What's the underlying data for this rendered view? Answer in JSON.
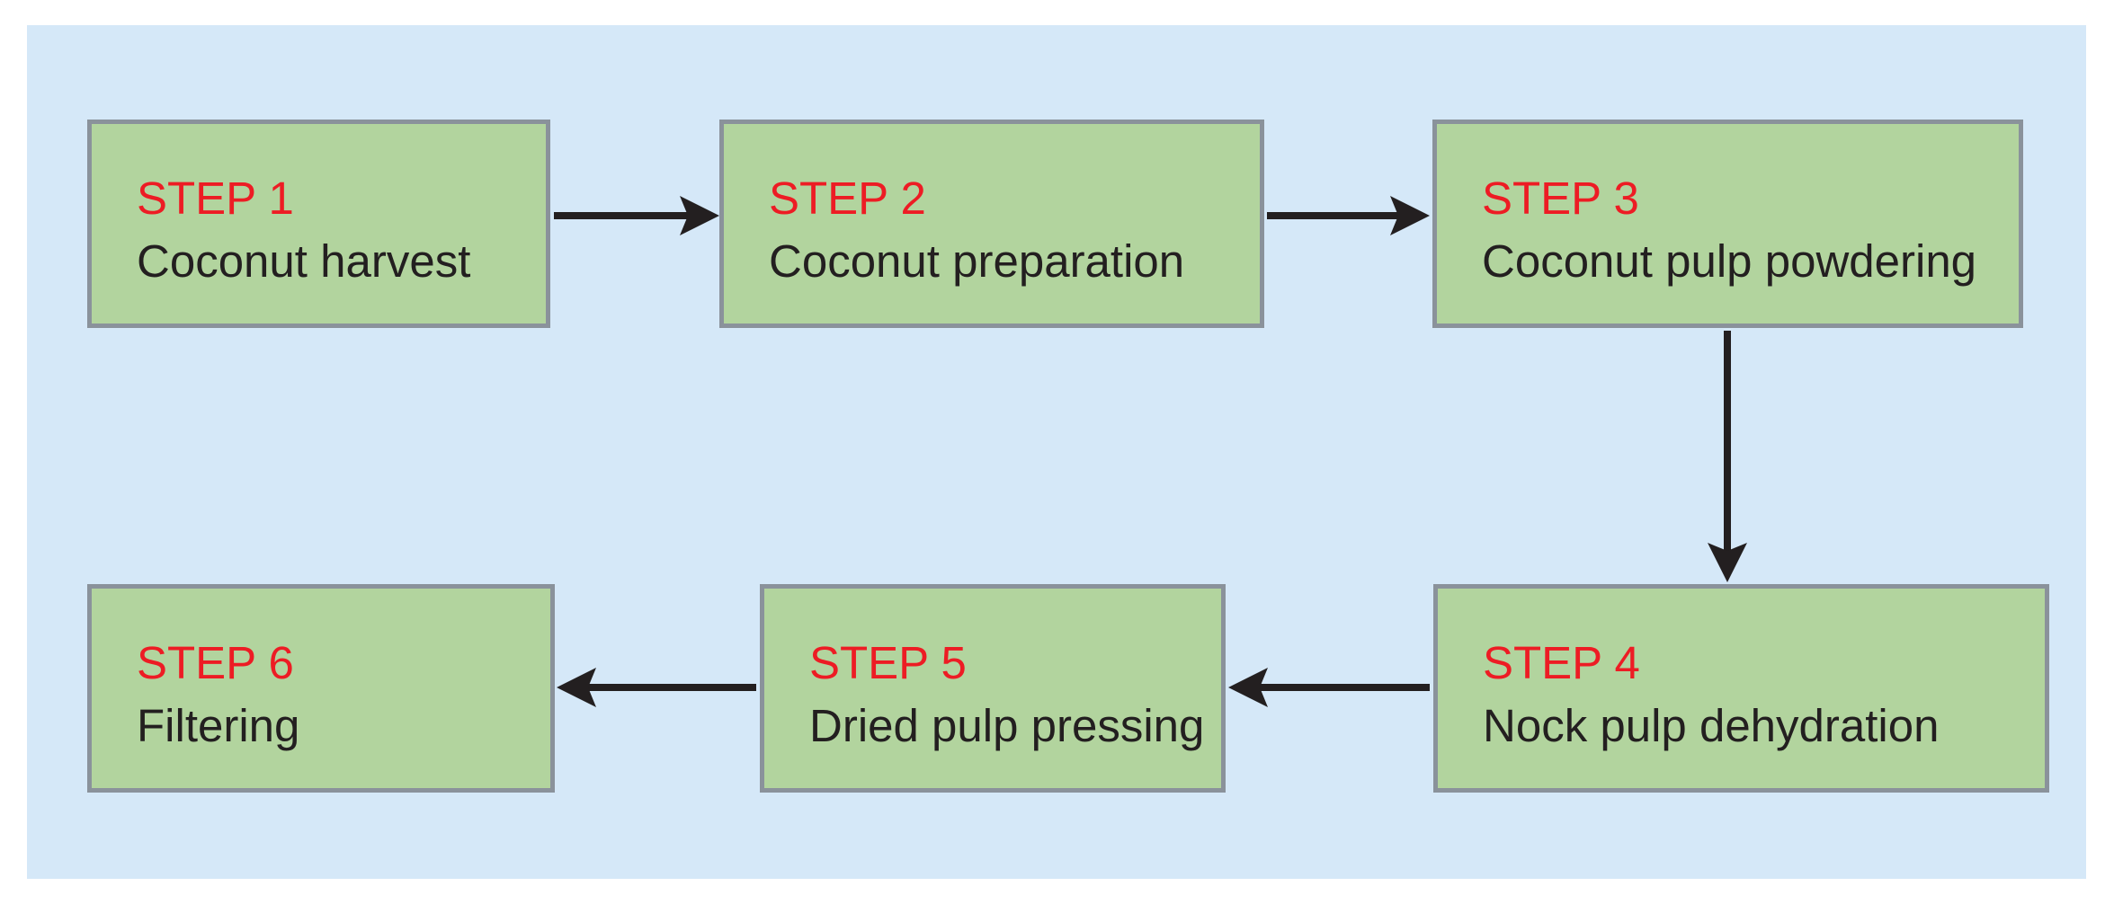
{
  "colors": {
    "page_bg": "#ffffff",
    "panel_bg": "#d5e8f8",
    "box_fill": "#b2d49e",
    "box_border": "#8a929b",
    "step_label": "#ed1c24",
    "step_text": "#231f20",
    "arrow": "#231f20"
  },
  "steps": [
    {
      "label": "STEP 1",
      "description": "Coconut harvest"
    },
    {
      "label": "STEP 2",
      "description": "Coconut preparation"
    },
    {
      "label": "STEP 3",
      "description": "Coconut pulp powdering"
    },
    {
      "label": "STEP 4",
      "description": "Nock pulp dehydration"
    },
    {
      "label": "STEP 5",
      "description": "Dried pulp pressing"
    },
    {
      "label": "STEP 6",
      "description": "Filtering"
    }
  ],
  "arrows": [
    {
      "from": "STEP 1",
      "to": "STEP 2",
      "direction": "right"
    },
    {
      "from": "STEP 2",
      "to": "STEP 3",
      "direction": "right"
    },
    {
      "from": "STEP 3",
      "to": "STEP 4",
      "direction": "down"
    },
    {
      "from": "STEP 4",
      "to": "STEP 5",
      "direction": "left"
    },
    {
      "from": "STEP 5",
      "to": "STEP 6",
      "direction": "left"
    }
  ]
}
